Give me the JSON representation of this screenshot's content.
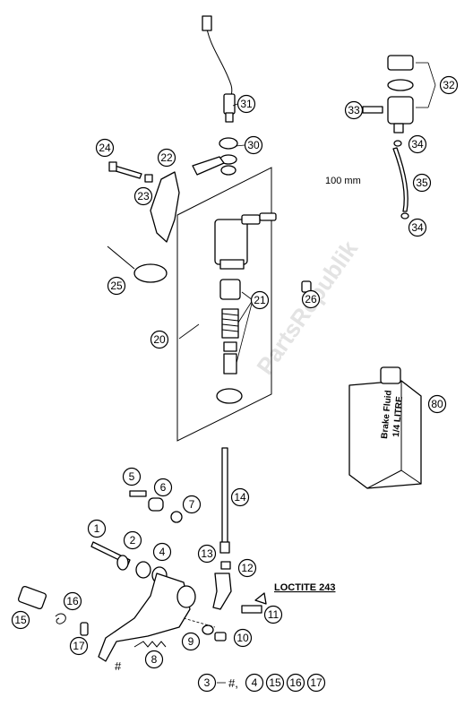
{
  "callouts": [
    "1",
    "2",
    "3",
    "4",
    "5",
    "6",
    "7",
    "8",
    "9",
    "10",
    "11",
    "12",
    "13",
    "14",
    "15",
    "16",
    "17",
    "20",
    "21",
    "22",
    "23",
    "24",
    "25",
    "26",
    "30",
    "31",
    "32",
    "33",
    "34",
    "34",
    "35",
    "80"
  ],
  "labels": {
    "hose_length": "100 mm",
    "loctite": "LOCTITE 243",
    "can_line1": "Brake Fluid",
    "can_line2": "1/4 LITRE",
    "hash": "#",
    "watermark": "PartsRepublik"
  },
  "legend": {
    "num3": "3",
    "sep": "#,",
    "items": [
      "4",
      "15",
      "16",
      "17"
    ]
  }
}
